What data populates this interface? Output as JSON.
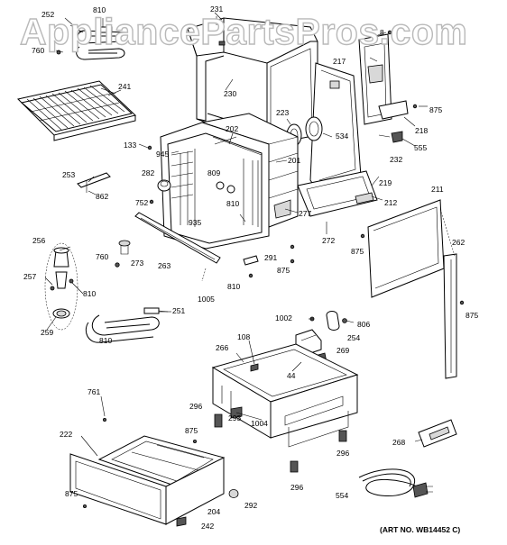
{
  "watermark": "AppliancePartsPros.com",
  "credit": "(ART NO. WB14452 C)",
  "parts": [
    {
      "id": "252",
      "label": "252"
    },
    {
      "id": "810",
      "label": "810"
    },
    {
      "id": "760",
      "label": "760"
    },
    {
      "id": "231",
      "label": "231"
    },
    {
      "id": "8",
      "label": "8"
    },
    {
      "id": "217",
      "label": "217"
    },
    {
      "id": "241",
      "label": "241"
    },
    {
      "id": "230",
      "label": "230"
    },
    {
      "id": "875",
      "label": "875"
    },
    {
      "id": "218",
      "label": "218"
    },
    {
      "id": "223",
      "label": "223"
    },
    {
      "id": "534",
      "label": "534"
    },
    {
      "id": "555",
      "label": "555"
    },
    {
      "id": "133",
      "label": "133"
    },
    {
      "id": "202",
      "label": "202"
    },
    {
      "id": "945",
      "label": "945"
    },
    {
      "id": "232",
      "label": "232"
    },
    {
      "id": "201",
      "label": "201"
    },
    {
      "id": "219",
      "label": "219"
    },
    {
      "id": "253",
      "label": "253"
    },
    {
      "id": "282",
      "label": "282"
    },
    {
      "id": "809",
      "label": "809"
    },
    {
      "id": "211",
      "label": "211"
    },
    {
      "id": "862",
      "label": "862"
    },
    {
      "id": "752",
      "label": "752"
    },
    {
      "id": "935",
      "label": "935"
    },
    {
      "id": "212",
      "label": "212"
    },
    {
      "id": "277",
      "label": "277"
    },
    {
      "id": "256",
      "label": "256"
    },
    {
      "id": "272",
      "label": "272"
    },
    {
      "id": "262",
      "label": "262"
    },
    {
      "id": "273",
      "label": "273"
    },
    {
      "id": "263",
      "label": "263"
    },
    {
      "id": "291",
      "label": "291"
    },
    {
      "id": "257",
      "label": "257"
    },
    {
      "id": "1005",
      "label": "1005"
    },
    {
      "id": "251",
      "label": "251"
    },
    {
      "id": "1002",
      "label": "1002"
    },
    {
      "id": "806",
      "label": "806"
    },
    {
      "id": "259",
      "label": "259"
    },
    {
      "id": "254",
      "label": "254"
    },
    {
      "id": "266",
      "label": "266"
    },
    {
      "id": "108",
      "label": "108"
    },
    {
      "id": "269",
      "label": "269"
    },
    {
      "id": "44",
      "label": "44"
    },
    {
      "id": "761",
      "label": "761"
    },
    {
      "id": "296",
      "label": "296"
    },
    {
      "id": "293",
      "label": "293"
    },
    {
      "id": "1004",
      "label": "1004"
    },
    {
      "id": "222",
      "label": "222"
    },
    {
      "id": "268",
      "label": "268"
    },
    {
      "id": "554",
      "label": "554"
    },
    {
      "id": "292",
      "label": "292"
    },
    {
      "id": "204",
      "label": "204"
    },
    {
      "id": "242",
      "label": "242"
    }
  ]
}
